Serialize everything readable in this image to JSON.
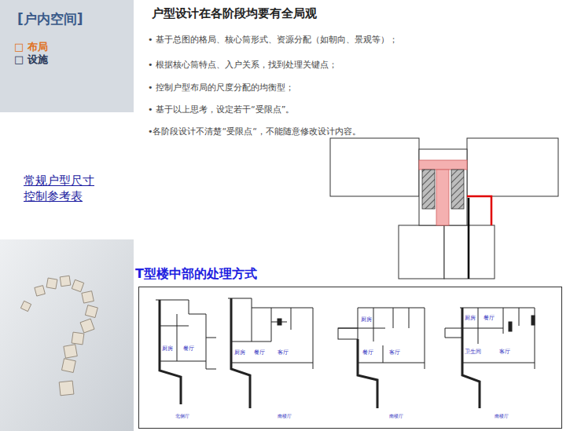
{
  "diagram": {
    "title": "户型设计在各阶段均要有全局观",
    "labels": [
      "[户内空间]",
      "□ 布局",
      "□ 设施",
      "常规户型尺寸控制参考表",
      "• 基于总图的格局、核心筒形式、资源分配（如朝向、景观等）；",
      "• 根据核心筒特点、入户关系，找到处理关键点；",
      "• 控制户型布局的尺度分配的均衡型；",
      "• 基于以上思考，设定若干“受限点”。",
      "•各阶段设计不清楚“受限点“，不能随意修改设计内容。",
      "T型楼中部的处理方式",
      "厨房",
      "餐厅",
      "北侧厅",
      "厨房",
      "餐厅",
      "客厅",
      "南楼厅",
      "厨房",
      "餐厅",
      "客厅",
      "南楼厅",
      "厨房",
      "餐厅",
      "卫生间",
      "客厅",
      "南楼厅"
    ]
  }
}
